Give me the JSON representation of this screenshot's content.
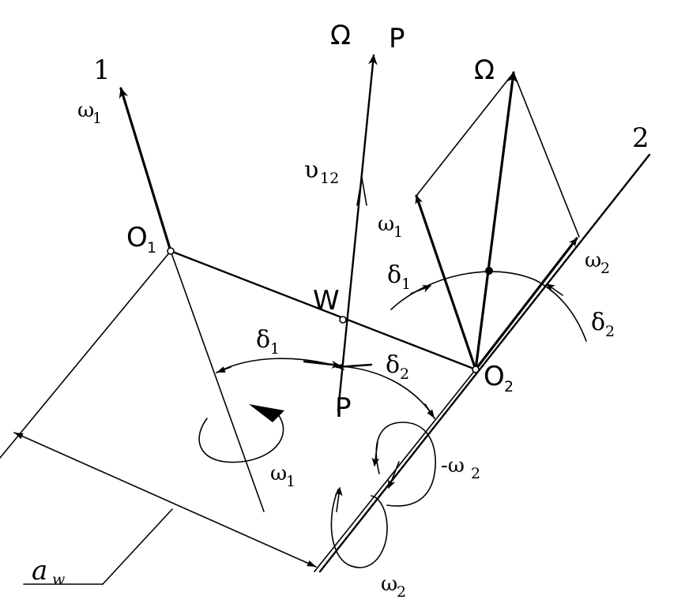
{
  "labels": {
    "axis1": "1",
    "axis2": "2",
    "omega_top": "Ω",
    "p_top": "P",
    "omega_right": "Ω",
    "o1": "O",
    "o1_sub": "1",
    "o2": "O",
    "o2_sub": "2",
    "w": "W",
    "p_bottom": "P",
    "omega1_axis": "ω",
    "omega1_axis_sub": "1",
    "v12": "υ",
    "v12_sub": "12",
    "omega1_para": "ω",
    "omega1_para_sub": "1",
    "omega2_para": "ω",
    "omega2_para_sub": "2",
    "delta1_right": "δ",
    "delta1_right_sub": "1",
    "delta2_right": "δ",
    "delta2_right_sub": "2",
    "delta1_mid": "δ",
    "delta1_mid_sub": "1",
    "delta2_mid": "δ",
    "delta2_mid_sub": "2",
    "omega1_rot": "ω",
    "omega1_rot_sub": "1",
    "neg_omega2": "-ω",
    "neg_omega2_sub": "2",
    "omega2_rot": "ω",
    "omega2_rot_sub": "2",
    "aw": "a",
    "aw_sub": "w"
  }
}
